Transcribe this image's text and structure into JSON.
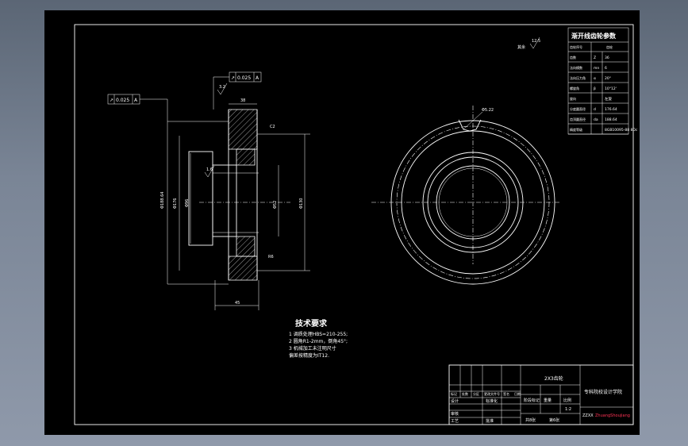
{
  "params_table": {
    "title": "渐开线齿轮参数",
    "header": [
      "齿轮序号",
      "齿轮"
    ],
    "rows": [
      {
        "name": "齿数",
        "sym": "Z",
        "val": "36"
      },
      {
        "name": "法向模数",
        "sym": "mn",
        "val": "6"
      },
      {
        "name": "法向压力角",
        "sym": "α",
        "val": "20°"
      },
      {
        "name": "螺旋角",
        "sym": "β",
        "val": "10°12'"
      },
      {
        "name": "旋向",
        "sym": "",
        "val": "左旋"
      },
      {
        "name": "分度圆直径",
        "sym": "d",
        "val": "176.64"
      },
      {
        "name": "齿顶圆直径",
        "sym": "da",
        "val": "188.64"
      },
      {
        "name": "精度等级",
        "sym": "",
        "val": "8GB10095-88 8Dc"
      }
    ]
  },
  "roughness_general": "12.5",
  "tolerance_frames": [
    {
      "sym": "↗",
      "val": "0.025",
      "datum": "A"
    },
    {
      "sym": "↗",
      "val": "0.025",
      "datum": "A"
    }
  ],
  "dims": {
    "top_width": "38",
    "chamfer": "C2",
    "left_d1": "Φ188.64",
    "left_d2": "Φ176",
    "left_d3": "Φ96",
    "right_d1": "Φ52",
    "right_d2": "Φ130",
    "bottom_width": "45",
    "side_label": "R6",
    "roughness_bore": "1.6",
    "roughness_small": "3.2",
    "tooth_label": "Φ5.22"
  },
  "tech": {
    "title": "技术要求",
    "items": [
      "1 调质处理HBS=210-255;",
      "2 圆角R1-2mm，倒角45°;",
      "3 机械加工未注明尺寸",
      "   偏差按精度为IT12."
    ]
  },
  "title_block": {
    "drawing_name": "2X3齿轮",
    "school": "专科院校设计学院",
    "c_labels": [
      "标记",
      "处数",
      "分区",
      "更改文件号",
      "签名",
      "日期"
    ],
    "design": "设计",
    "standardize": "标准化",
    "review": "审核",
    "craft": "工艺",
    "approve": "批准",
    "stage": "阶段标记",
    "weight": "重量",
    "scale": "比例",
    "scale_val": "1:2",
    "sheets": "共8张",
    "sheet_no": "第6张",
    "code": "ZZXX",
    "watermark": "ZhuangShoujiang"
  }
}
